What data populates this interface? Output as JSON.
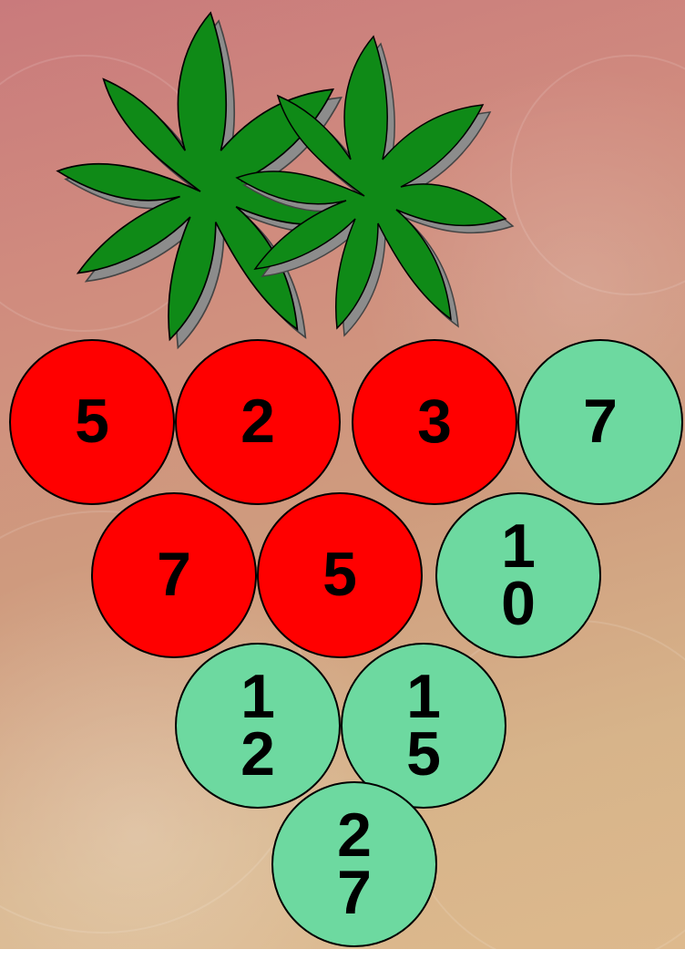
{
  "colors": {
    "red": "#ff0000",
    "mint": "#6dd9a0",
    "leaf": "#0f8a17",
    "leaf_shadow": "#8c8c8c",
    "outline": "#000000"
  },
  "bunch": {
    "leaves": [
      {
        "name": "left-leaf-icon"
      },
      {
        "name": "right-leaf-icon"
      }
    ],
    "berries": [
      {
        "name": "berry-1",
        "label": "5",
        "color": "red"
      },
      {
        "name": "berry-2",
        "label": "2",
        "color": "red"
      },
      {
        "name": "berry-3",
        "label": "3",
        "color": "red"
      },
      {
        "name": "berry-4",
        "label": "7",
        "color": "mint"
      },
      {
        "name": "berry-5",
        "label": "7",
        "color": "red"
      },
      {
        "name": "berry-6",
        "label": "5",
        "color": "red"
      },
      {
        "name": "berry-7",
        "label": "10",
        "color": "mint"
      },
      {
        "name": "berry-8",
        "label": "12",
        "color": "mint"
      },
      {
        "name": "berry-9",
        "label": "15",
        "color": "mint"
      },
      {
        "name": "berry-10",
        "label": "27",
        "color": "mint"
      }
    ]
  }
}
